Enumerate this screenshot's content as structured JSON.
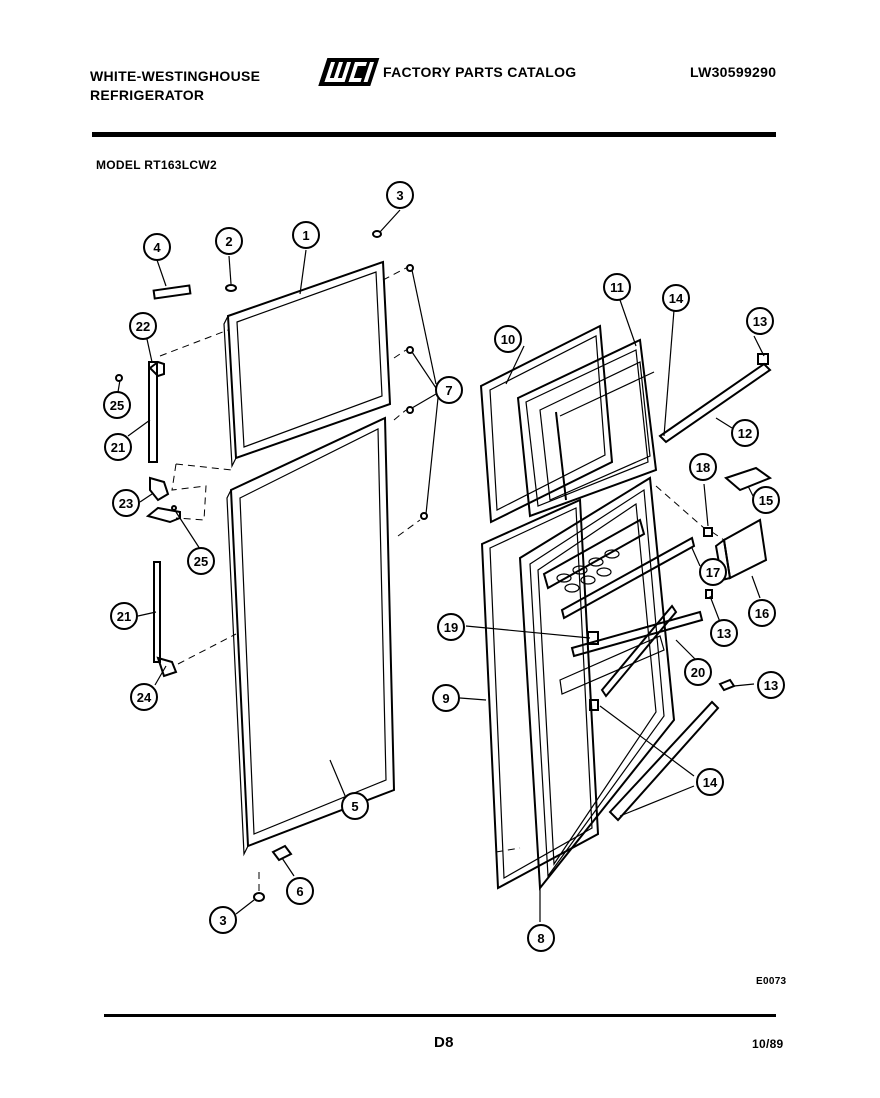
{
  "header": {
    "brand_line1": "WHITE-WESTINGHOUSE",
    "brand_line2": "REFRIGERATOR",
    "logo_text": "WCI",
    "catalog_title": "FACTORY PARTS CATALOG",
    "catalog_number": "LW30599290"
  },
  "model": "MODEL RT163LCW2",
  "diagram": {
    "code": "E0073",
    "callouts": [
      {
        "key": "c4",
        "label": "4"
      },
      {
        "key": "c2",
        "label": "2"
      },
      {
        "key": "c1",
        "label": "1"
      },
      {
        "key": "c3a",
        "label": "3"
      },
      {
        "key": "c22",
        "label": "22"
      },
      {
        "key": "c25a",
        "label": "25"
      },
      {
        "key": "c21a",
        "label": "21"
      },
      {
        "key": "c23",
        "label": "23"
      },
      {
        "key": "c25b",
        "label": "25"
      },
      {
        "key": "c21b",
        "label": "21"
      },
      {
        "key": "c24",
        "label": "24"
      },
      {
        "key": "c7",
        "label": "7"
      },
      {
        "key": "c5",
        "label": "5"
      },
      {
        "key": "c6",
        "label": "6"
      },
      {
        "key": "c3b",
        "label": "3"
      },
      {
        "key": "c10",
        "label": "10"
      },
      {
        "key": "c11",
        "label": "11"
      },
      {
        "key": "c14a",
        "label": "14"
      },
      {
        "key": "c13a",
        "label": "13"
      },
      {
        "key": "c12",
        "label": "12"
      },
      {
        "key": "c18",
        "label": "18"
      },
      {
        "key": "c15",
        "label": "15"
      },
      {
        "key": "c17",
        "label": "17"
      },
      {
        "key": "c16",
        "label": "16"
      },
      {
        "key": "c19",
        "label": "19"
      },
      {
        "key": "c13b",
        "label": "13"
      },
      {
        "key": "c20",
        "label": "20"
      },
      {
        "key": "c13c",
        "label": "13"
      },
      {
        "key": "c9",
        "label": "9"
      },
      {
        "key": "c14b",
        "label": "14"
      },
      {
        "key": "c8",
        "label": "8"
      }
    ]
  },
  "footer": {
    "page": "D8",
    "date": "10/89"
  }
}
